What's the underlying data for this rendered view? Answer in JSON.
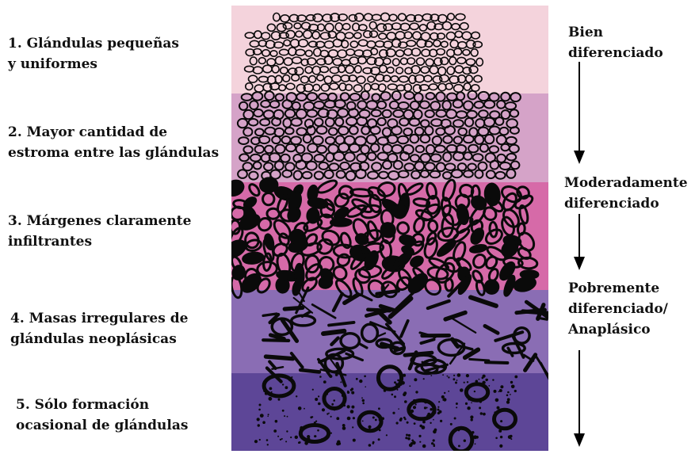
{
  "colors": {
    "band1": "#f4d3dc",
    "band2": "#d5a3c8",
    "band3": "#d66aa8",
    "band4": "#8a6db4",
    "band5": "#5d4697",
    "ink": "#0a0a0a"
  },
  "features": [
    {
      "line1": "1. Glándulas pequeñas",
      "line2": "y uniformes"
    },
    {
      "line1": "2. Mayor cantidad de",
      "line2": "estroma entre las glándulas"
    },
    {
      "line1": "3. Márgenes claramente",
      "line2": "infiltrantes"
    },
    {
      "line1": "4. Masas irregulares de",
      "line2": "glándulas neoplásicas"
    },
    {
      "line1": "5. Sólo formación",
      "line2": "ocasional de glándulas"
    }
  ],
  "grades": [
    {
      "line1": "Bien",
      "line2": "diferenciado"
    },
    {
      "line1": "Moderadamente",
      "line2": "diferenciado"
    },
    {
      "line1": "Pobremente",
      "line2": "diferenciado/",
      "line3": "Anaplásico"
    }
  ]
}
